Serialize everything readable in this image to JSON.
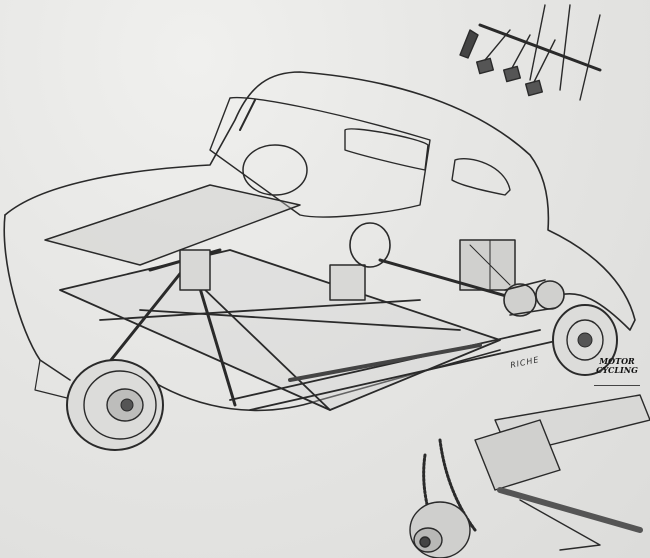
{
  "illustration": {
    "subject": "Cutaway drawing of microcar chassis",
    "background_color": "#e4e4e2",
    "ink_color": "#222222",
    "artist_signature": "RICHE",
    "publication_logo": {
      "line1": "MOTOR",
      "line2": "CYCLING"
    },
    "insets": [
      {
        "name": "pedal-assembly-inset",
        "position": "top-right"
      },
      {
        "name": "rear-chain-drive-inset",
        "position": "bottom-right"
      }
    ]
  }
}
